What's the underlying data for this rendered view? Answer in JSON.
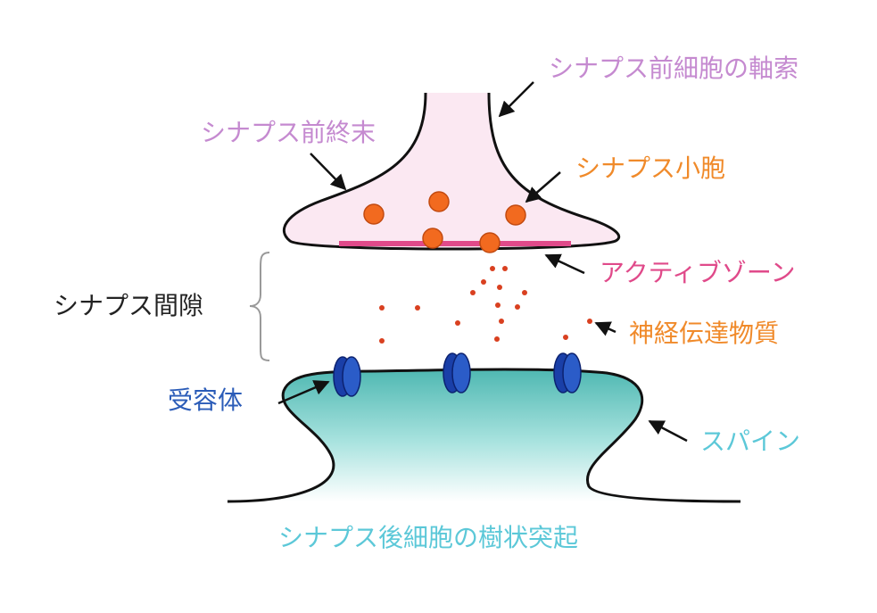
{
  "labels": {
    "presynaptic_axon": "シナプス前細胞の軸索",
    "presynaptic_terminal": "シナプス前終末",
    "synaptic_vesicle": "シナプス小胞",
    "active_zone": "アクティブゾーン",
    "synaptic_cleft": "シナプス間隙",
    "neurotransmitter": "神経伝達物質",
    "receptor": "受容体",
    "spine": "スパイン",
    "postsynaptic_dendrite": "シナプス後細胞の樹状突起"
  },
  "colors": {
    "presynaptic_axon": "#c58ad0",
    "presynaptic_terminal": "#c58ad0",
    "synaptic_vesicle": "#f08a2a",
    "active_zone": "#e04a8a",
    "synaptic_cleft": "#222222",
    "neurotransmitter": "#f08a2a",
    "receptor": "#2b5cb8",
    "spine": "#5cc8d8",
    "postsynaptic_dendrite": "#5cc8d8",
    "terminal_fill": "#fbe8f2",
    "spine_fill": "#4fb8b2",
    "vesicle_fill": "#f26a1f",
    "transmitter_dot": "#d94020",
    "receptor_fill": "#1a3fa8"
  }
}
